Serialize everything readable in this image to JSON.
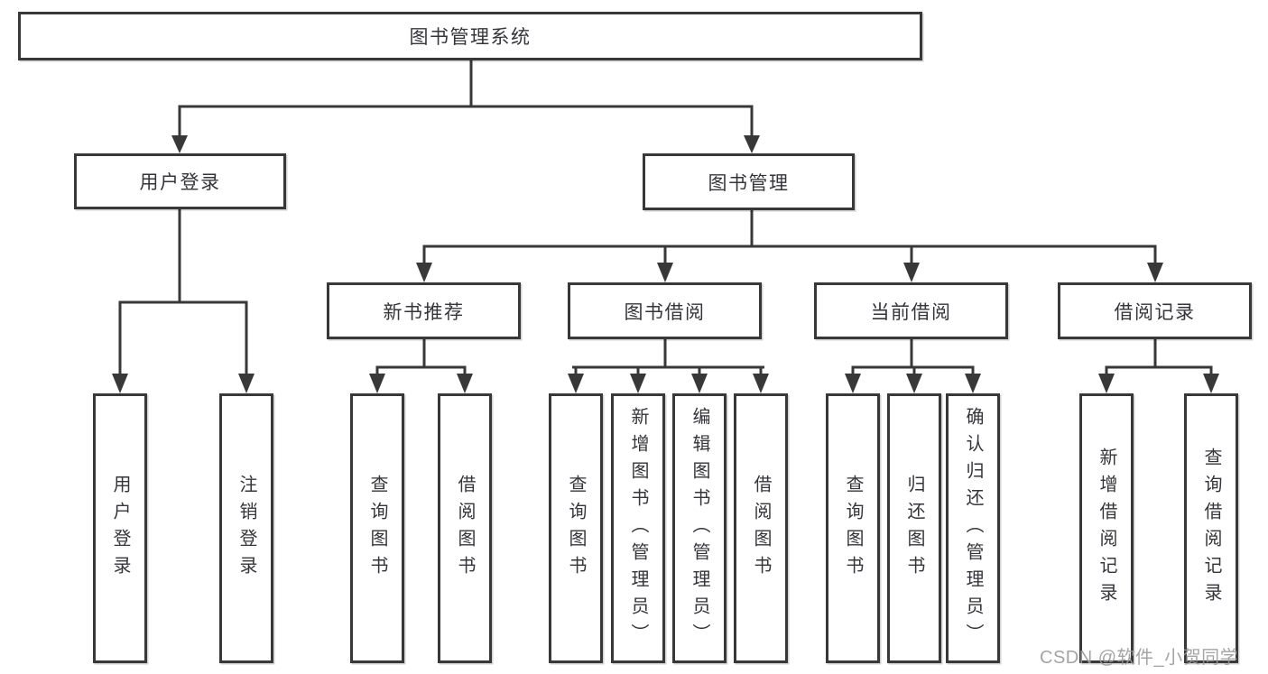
{
  "nodes": {
    "root": "图书管理系统",
    "level2": [
      "用户登录",
      "图书管理"
    ],
    "level3": [
      "新书推荐",
      "图书借阅",
      "当前借阅",
      "借阅记录"
    ],
    "leaves_login": [
      "用户登录",
      "注销登录"
    ],
    "leaves_newbook": [
      "查询图书",
      "借阅图书"
    ],
    "leaves_borrow": [
      "查询图书",
      "新增图书（管理员）",
      "编辑图书（管理员）",
      "借阅图书"
    ],
    "leaves_current": [
      "查询图书",
      "归还图书",
      "确认归还（管理员）"
    ],
    "leaves_records": [
      "新增借阅记录",
      "查询借阅记录"
    ]
  },
  "watermark": "CSDN @软件_小贺同学",
  "colors": {
    "line": "#383838",
    "text": "#35353a",
    "background": "#ffffff",
    "watermark": "#9b9b9b"
  }
}
